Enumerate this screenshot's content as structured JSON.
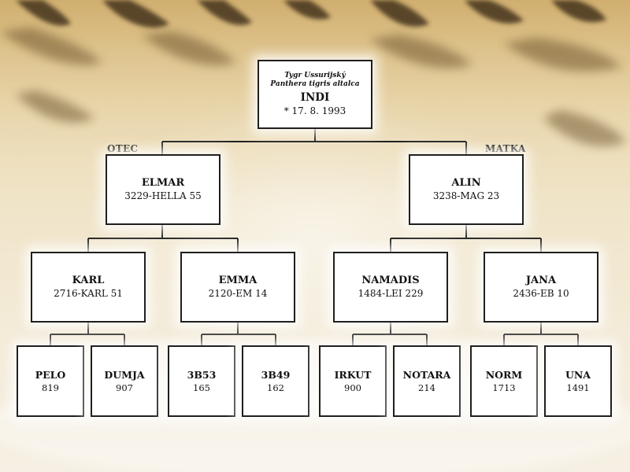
{
  "root": {
    "species_common": "Tygr Ussurijský",
    "species_latin": "Panthera tigris altalca",
    "name": "INDI",
    "birth": "* 17. 8. 1993"
  },
  "labels": {
    "father": "OTEC",
    "mother": "MATKA"
  },
  "parents": [
    {
      "name": "ELMAR",
      "reg": "3229-HELLA 55"
    },
    {
      "name": "ALIN",
      "reg": "3238-MAG 23"
    }
  ],
  "grandparents": [
    {
      "name": "KARL",
      "reg": "2716-KARL 51"
    },
    {
      "name": "EMMA",
      "reg": "2120-EM 14"
    },
    {
      "name": "NAMADIS",
      "reg": "1484-LEI 229"
    },
    {
      "name": "JANA",
      "reg": "2436-EB 10"
    }
  ],
  "great_grandparents": [
    {
      "name": "PELO",
      "reg": "819"
    },
    {
      "name": "DUMJA",
      "reg": "907"
    },
    {
      "name": "3B53",
      "reg": "165"
    },
    {
      "name": "3B49",
      "reg": "162"
    },
    {
      "name": "IRKUT",
      "reg": "900"
    },
    {
      "name": "NOTARA",
      "reg": "214"
    },
    {
      "name": "NORM",
      "reg": "1713"
    },
    {
      "name": "UNA",
      "reg": "1491"
    }
  ],
  "colors": {
    "line": "#1f1f1f",
    "box_bg": "#ffffff",
    "stripe": "#3a2a12",
    "fur": "#d9b36a"
  }
}
